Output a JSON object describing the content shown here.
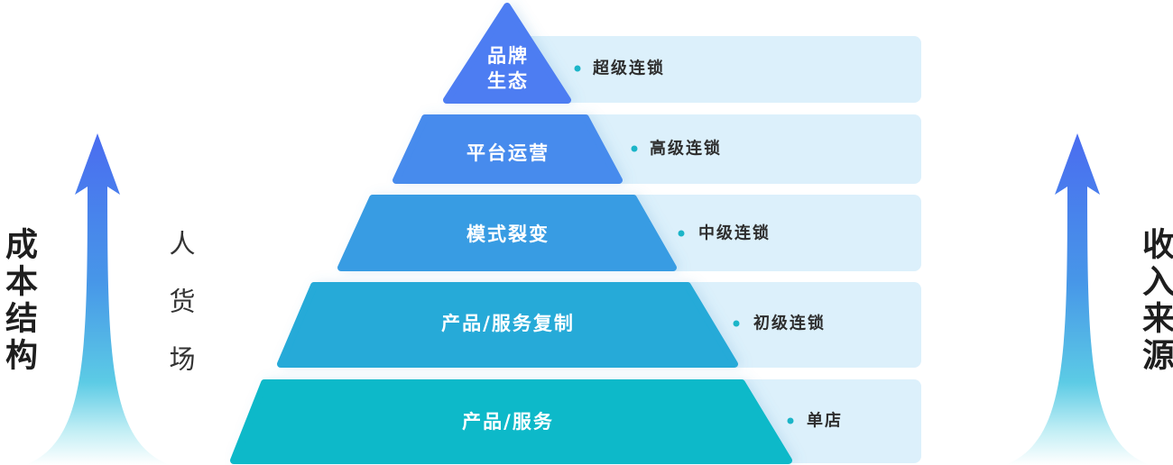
{
  "left_axis": {
    "title": "成本结构",
    "subtitle": "人货场"
  },
  "right_axis": {
    "title": "收入来源"
  },
  "pyramid": {
    "levels": [
      {
        "label_lines": [
          "品牌",
          "生态"
        ],
        "tier": "超级连锁",
        "color": "#4d7df2"
      },
      {
        "label_lines": [
          "平台运营"
        ],
        "tier": "高级连锁",
        "color": "#468bed"
      },
      {
        "label_lines": [
          "模式裂变"
        ],
        "tier": "中级连锁",
        "color": "#389ce3"
      },
      {
        "label_lines": [
          "产品/服务复制"
        ],
        "tier": "初级连锁",
        "color": "#25aad8"
      },
      {
        "label_lines": [
          "产品/服务"
        ],
        "tier": "单店",
        "color": "#10b9c9"
      }
    ]
  },
  "colors": {
    "panel": "#dcf0fb",
    "bullet": "#1bb5c8",
    "arrow_gradient": [
      "#4a6cf0",
      "#4797e8",
      "#5ccbe5",
      "#c4eff5",
      "#ffffff"
    ]
  }
}
